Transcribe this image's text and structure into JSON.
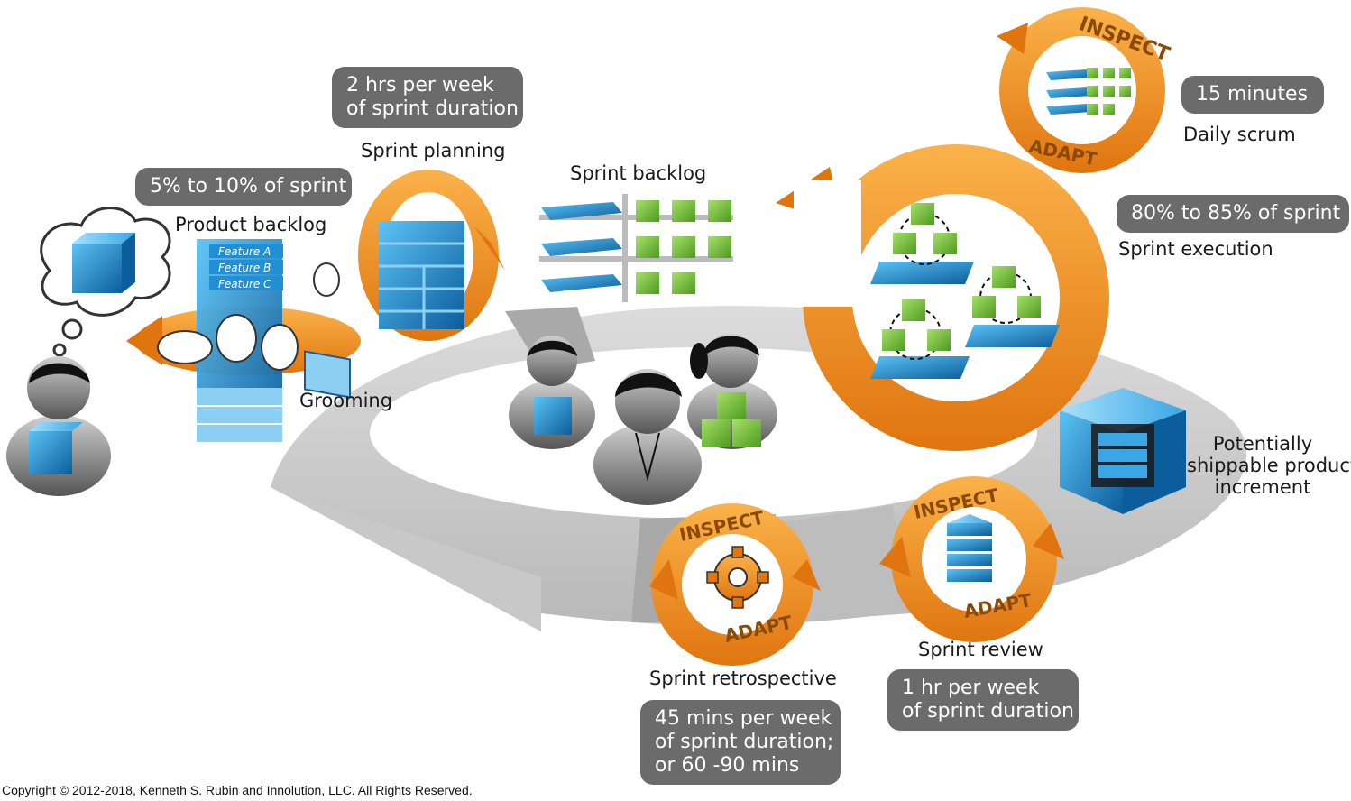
{
  "colors": {
    "orange": "#f7941d",
    "orange_dark": "#d9700f",
    "blue": "#1f8fd6",
    "blue_dark": "#0b5d9c",
    "green": "#7ac943",
    "green_dark": "#4e9a1f",
    "ring_gray": "#cfcfcf",
    "ring_gray_dark": "#9a9a9a",
    "pill_gray": "#6b6b6b"
  },
  "labels": {
    "product_backlog": "Product backlog",
    "grooming": "Grooming",
    "sprint_planning": "Sprint planning",
    "sprint_backlog": "Sprint backlog",
    "daily_scrum": "Daily scrum",
    "sprint_execution": "Sprint execution",
    "increment": [
      "Potentially",
      "shippable product",
      "increment"
    ],
    "sprint_review": "Sprint review",
    "sprint_retrospective": "Sprint retrospective"
  },
  "timeboxes": {
    "grooming": [
      "5% to 10% of sprint"
    ],
    "planning": [
      "2 hrs per week",
      "of sprint duration"
    ],
    "daily_scrum": [
      "15 minutes"
    ],
    "execution": [
      "80% to 85% of sprint"
    ],
    "review": [
      "1 hr per week",
      "of sprint duration"
    ],
    "retrospective": [
      "45 mins per week",
      "of sprint duration;",
      "or 60 -90 mins"
    ]
  },
  "features": [
    "Feature A",
    "Feature B",
    "Feature C"
  ],
  "cycle_words": {
    "inspect": "INSPECT",
    "adapt": "ADAPT"
  },
  "copyright": "Copyright © 2012-2018, Kenneth S. Rubin and Innolution, LLC. All Rights Reserved.",
  "icons": {
    "product_cube": "blue-cube-icon",
    "thought_bubble": "thought-bubble-icon",
    "backlog_stack": "backlog-stack-icon",
    "planning_cycle": "planning-cycle-icon",
    "sprint_backlog_grid": "sprint-backlog-grid-icon",
    "team": "team-people-icon",
    "execution_cycle": "execution-cycle-icon",
    "daily_cycle": "daily-scrum-cycle-icon",
    "increment_cube": "increment-cube-icon",
    "review_cycle": "review-cycle-icon",
    "retro_cycle": "retrospective-cycle-icon",
    "gear": "gear-icon"
  }
}
